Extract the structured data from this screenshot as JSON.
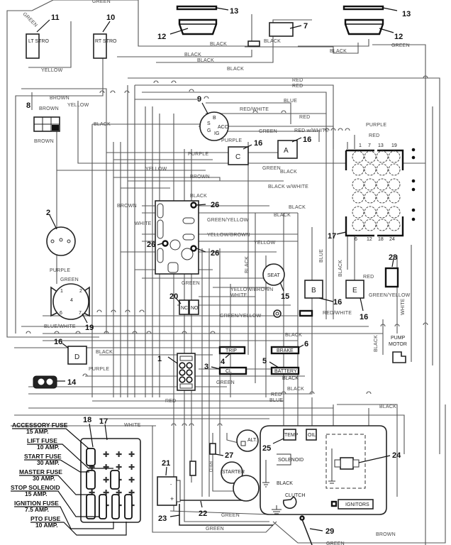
{
  "diagram": {
    "title": "Wiring Schematic",
    "components": [
      {
        "id": "1",
        "name": "Main Harness Connector"
      },
      {
        "id": "2",
        "name": "Hour Meter / Gauge"
      },
      {
        "id": "3",
        "name": "Relay",
        "text": "CL"
      },
      {
        "id": "4",
        "name": "Relay",
        "text": "TRIP"
      },
      {
        "id": "5",
        "name": "Relay",
        "text": "BATTERY"
      },
      {
        "id": "6",
        "name": "Relay",
        "text": "BRAKE"
      },
      {
        "id": "7",
        "name": "Switch"
      },
      {
        "id": "8",
        "name": "Switch"
      },
      {
        "id": "9",
        "name": "Ignition Switch",
        "pins": [
          "B",
          "S",
          "G",
          "ACC",
          "IG"
        ]
      },
      {
        "id": "10",
        "name": "Strobe Right",
        "text": "RT STRO"
      },
      {
        "id": "11",
        "name": "Strobe Left",
        "text": "LT STRO"
      },
      {
        "id": "12",
        "name": "Headlight"
      },
      {
        "id": "13",
        "name": "Light Bar"
      },
      {
        "id": "14",
        "name": "Connector"
      },
      {
        "id": "15",
        "name": "Seat Switch",
        "text": "SEAT"
      },
      {
        "id": "16",
        "name": "Relay",
        "variants": [
          "A",
          "B",
          "C",
          "D",
          "E"
        ]
      },
      {
        "id": "17",
        "name": "Fuse Block / Connector",
        "pins": [
          "1",
          "7",
          "13",
          "19",
          "6",
          "12",
          "18",
          "24"
        ]
      },
      {
        "id": "18",
        "name": "Fuse"
      },
      {
        "id": "19",
        "name": "PTO Switch",
        "pins": [
          "1",
          "2",
          "4",
          "6",
          "7"
        ]
      },
      {
        "id": "20",
        "name": "Brake Switch",
        "pins": [
          "NC",
          "NO"
        ]
      },
      {
        "id": "21",
        "name": "Battery",
        "pins": [
          "-",
          "+"
        ]
      },
      {
        "id": "22",
        "name": "Battery Cable"
      },
      {
        "id": "23",
        "name": "Ground Cable"
      },
      {
        "id": "24",
        "name": "Pump Connector"
      },
      {
        "id": "25",
        "name": "Engine Harness",
        "parts": [
          "TEMP",
          "OIL",
          "SOLENOID",
          "CLUTCH",
          "IGNITORS",
          "ALT.",
          "STARTER"
        ]
      },
      {
        "id": "26",
        "name": "Diode"
      },
      {
        "id": "27",
        "name": "Fuse Link"
      },
      {
        "id": "28",
        "name": "Relay"
      },
      {
        "id": "29",
        "name": "Spark Plug Wire"
      }
    ],
    "labels": {
      "lt_strobe": "LT STRO",
      "rt_strobe": "RT STRO",
      "seat": "SEAT",
      "pump_motor_1": "PUMP",
      "pump_motor_2": "MOTOR",
      "trip": "TRIP",
      "cl": "CL",
      "brake": "BRAKE",
      "battery": "BATTERY",
      "nc": "NC",
      "no": "NO",
      "temp": "TEMP",
      "oil": "OIL",
      "solenoid": "SOLENOID",
      "clutch": "CLUTCH",
      "ignitors": "IGNITORS",
      "alt": "ALT.",
      "starter": "STARTER",
      "relay_a": "A",
      "relay_b": "B",
      "relay_c": "C",
      "relay_d": "D",
      "relay_e": "E",
      "plus": "+",
      "minus": "-"
    },
    "wire_labels": {
      "green": "GREEN",
      "yellow": "YELLOW",
      "black": "BLACK",
      "brown": "BROWN",
      "blue": "BLUE",
      "red": "RED",
      "red_white": "RED/WHITE",
      "red_w_white": "RED w/WHITE",
      "purple": "PURPLE",
      "white": "WHITE",
      "black_w_white": "BLACK w/WHITE",
      "green_yellow": "GREEN/YELLOW",
      "yellow_brown": "YELLOW/BROWN",
      "blue_white": "BLUE/WHITE"
    },
    "fuse_legend": [
      {
        "name": "ACCESSORY FUSE",
        "rating": "15 AMP."
      },
      {
        "name": "LIFT FUSE",
        "rating": "10 AMP."
      },
      {
        "name": "START FUSE",
        "rating": "30 AMP."
      },
      {
        "name": "MASTER FUSE",
        "rating": "30 AMP."
      },
      {
        "name": "STOP SOLENOID",
        "rating": "15 AMP."
      },
      {
        "name": "IGNITION FUSE",
        "rating": "7.5 AMP."
      },
      {
        "name": "PTO FUSE",
        "rating": "10 AMP."
      }
    ],
    "callouts": [
      "1",
      "2",
      "3",
      "4",
      "5",
      "6",
      "7",
      "8",
      "9",
      "10",
      "11",
      "12",
      "13",
      "14",
      "15",
      "16",
      "17",
      "18",
      "19",
      "20",
      "21",
      "22",
      "23",
      "24",
      "25",
      "26",
      "27",
      "28",
      "29"
    ]
  }
}
